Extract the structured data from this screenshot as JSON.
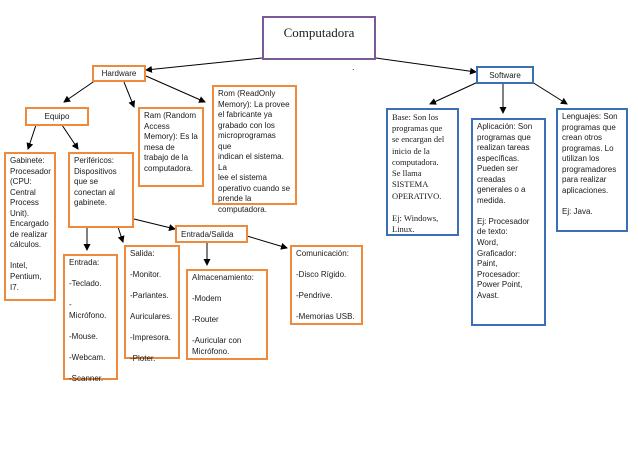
{
  "diagram": {
    "title": "Computadora",
    "dot": ".",
    "hardware": "Hardware",
    "software": "Software",
    "equipo": "Equipo",
    "ram": "Ram (Random\nAccess\nMemory): Es la\nmesa de\ntrabajo de la\ncomputadora.",
    "rom": "Rom (ReadOnly\nMemory): La provee\nel fabricante ya\ngrabado con los\nmicroprogramas que\nindican el sistema. La\nlee el sistema\noperativo cuando se\nprende la\ncomputadora.",
    "gabinete": "Gabinete:\nProcesador\n(CPU:\nCentral\nProcess\nUnit).\nEncargado\nde realizar\ncálculos.\n\nIntel,\nPentium, I7.",
    "perifericos": "Periféricos:\nDispositivos\nque se\nconectan al\ngabinete.",
    "entrada_salida": "Entrada/Salida",
    "entrada": "Entrada:\n\n-Teclado.\n\n-\nMicrófono.\n\n-Mouse.\n\n-Webcam.\n\n-Scanner.",
    "salida": "Salida:\n\n-Monitor.\n\n-Parlantes.\n\nAuriculares.\n\n-Impresora.\n\n-Ploter.",
    "almacenamiento": "Almacenamiento:\n\n-Modem\n\n-Router\n\n-Auricular con\nMicrófono.",
    "comunicacion": "Comunicación:\n\n-Disco Rígido.\n\n-Pendrive.\n\n-Memorias USB.",
    "base": "Base: Son los\nprogramas que\nse encargan del\ninicio de la\ncomputadora.\nSe llama\nSISTEMA\nOPERATIVO.\n\nEj: Windows,\nLinux.",
    "aplicacion": "Aplicación: Son\nprogramas que\nrealizan tareas\nespecíficas.\nPueden ser\ncreadas\ngenerales o a\nmedida.\n\nEj: Procesador\nde texto:\nWord,\nGraficador:\nPaint,\nProcesador:\nPower Point,\nAvast.",
    "lenguajes": "Lenguajes: Son\nprogramas que\ncrean otros\nprogramas. Lo\nutilizan los\nprogramadores\npara realizar\naplicaciones.\n\nEj: Java."
  },
  "colors": {
    "hardware_border": "#ef8a3c",
    "software_border": "#3b6fb6",
    "title_border": "#7a5a99",
    "line": "#000000"
  }
}
